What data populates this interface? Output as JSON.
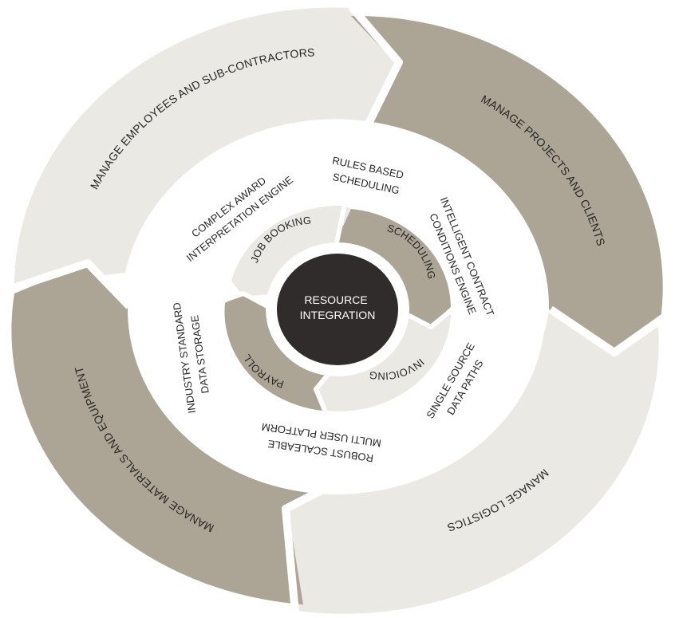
{
  "colors": {
    "light": "#ebe9e3",
    "dark": "#aca595",
    "hub": "#2f2c2b",
    "white": "#ffffff"
  },
  "outer_ring": [
    {
      "label": "MANAGE EMPLOYEES AND SUB-CONTRACTORS",
      "shade": "light"
    },
    {
      "label": "MANAGE PROJECTS AND CLIENTS",
      "shade": "dark"
    },
    {
      "label": "MANAGE LOGISTICS",
      "shade": "light"
    },
    {
      "label": "MANAGE MATERIALS AND EQUIPMENT",
      "shade": "dark"
    }
  ],
  "features": [
    {
      "lines": [
        "RULES BASED",
        "SCHEDULING"
      ]
    },
    {
      "lines": [
        "INTELLIGENT CONTRACT",
        "CONDITIONS ENGINE"
      ]
    },
    {
      "lines": [
        "SINGLE SOURCE",
        "DATA PATHS"
      ]
    },
    {
      "lines": [
        "ROBUST SCALEABLE",
        "MULTI USER PLATFORM"
      ]
    },
    {
      "lines": [
        "INDUSTRY STANDARD",
        "DATA STORAGE"
      ]
    },
    {
      "lines": [
        "COMPLEX AWARD",
        "INTERPRETATION ENGINE"
      ]
    }
  ],
  "inner_ring": [
    {
      "label": "JOB BOOKING",
      "shade": "light"
    },
    {
      "label": "SCHEDULING",
      "shade": "dark"
    },
    {
      "label": "INVOICING",
      "shade": "light"
    },
    {
      "label": "PAYROLL",
      "shade": "dark"
    }
  ],
  "center": {
    "lines": [
      "RESOURCE",
      "INTEGRATION"
    ]
  }
}
